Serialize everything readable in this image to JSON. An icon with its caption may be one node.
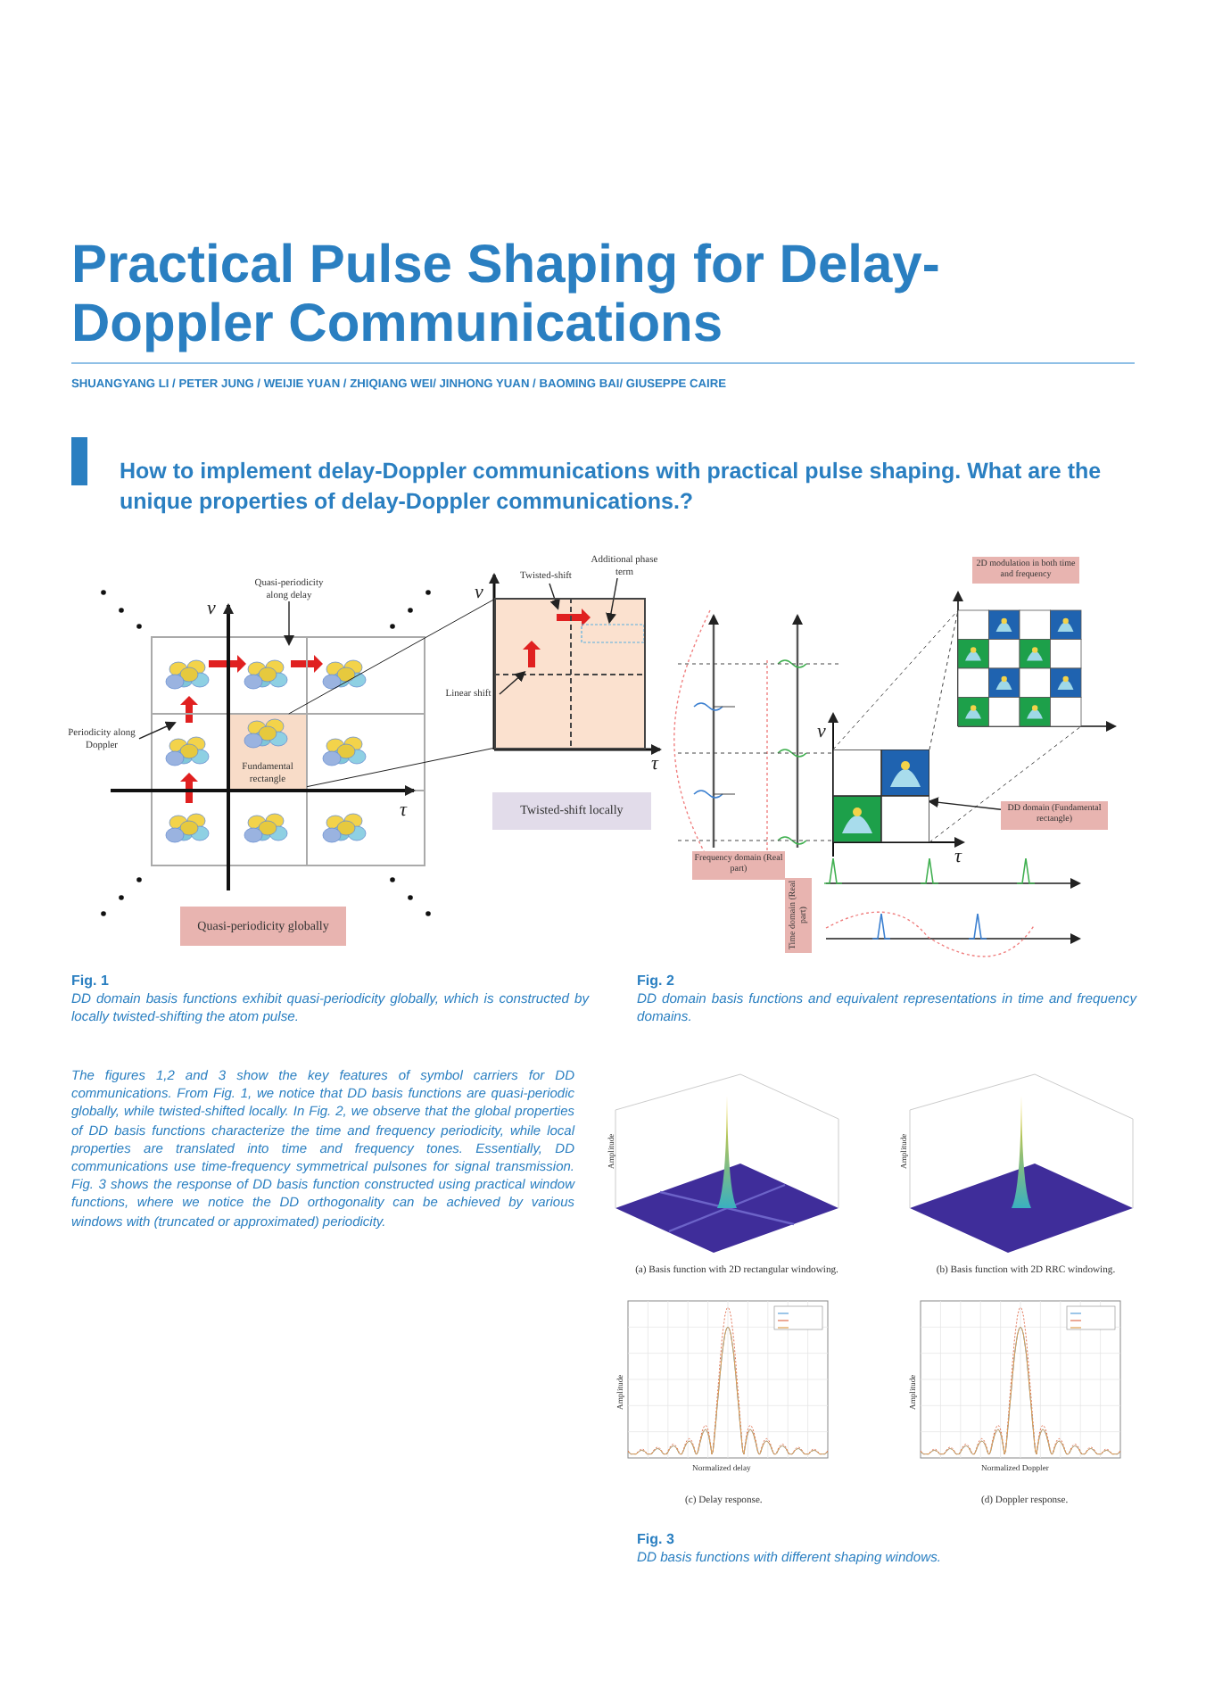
{
  "diagram": {
    "title": "Practical Pulse Shaping for Delay-Doppler Communications",
    "nodes": [
      {
        "text": [
          "Fundamental rectangle"
        ]
      },
      {
        "text": [
          "Quasi-periodicity globally"
        ]
      },
      {
        "text": [
          "Twisted-shift locally"
        ]
      },
      {
        "text": [
          "2D modulation in both time and frequency"
        ]
      },
      {
        "text": [],
        "shape": "box"
      },
      {
        "text": [
          "DD domain (Fundamental rectangle)"
        ]
      },
      {
        "text": [
          "Frequency domain (Real part)"
        ]
      },
      {
        "text": [
          "Time domain (Real part)"
        ]
      },
      {
        "text": [
          "Quasi-periodicity along delay"
        ]
      },
      {
        "text": [
          "Periodicity along Doppler"
        ]
      },
      {
        "text": [],
        "shape": "box"
      },
      {
        "text": [
          "Twisted-shift"
        ]
      },
      {
        "text": [
          "Additional phase term"
        ]
      },
      {
        "text": [
          "Linear shift"
        ]
      }
    ],
    "edges": [
      {
        "from": 5,
        "to": 4,
        "arrow": "to"
      },
      {
        "from": 8,
        "to": null,
        "arrow": "to"
      },
      {
        "from": 9,
        "to": null,
        "arrow": "to"
      },
      {
        "from": 0,
        "to": 10,
        "arrow": "none"
      },
      {
        "from": 0,
        "to": 10,
        "arrow": "none"
      },
      {
        "from": 11,
        "to": 10,
        "arrow": "to"
      },
      {
        "from": 12,
        "to": 10,
        "arrow": "to"
      },
      {
        "from": 13,
        "to": 10,
        "arrow": "to"
      }
    ],
    "labels": [
      "SHUANGYANG LI / PETER JUNG / WEIJIE YUAN / ZHIQIANG WEI/ JINHONG YUAN / BAOMING BAI/ GIUSEPPE CAIRE",
      "How to implement delay-Doppler communications with practical pulse shaping. What are the unique properties of delay-Doppler communications.?",
      "ν",
      "τ",
      "ν",
      "τ",
      "ν",
      "τ",
      "Fig. 1",
      "DD domain basis functions exhibit quasi-periodicity globally, which is constructed by locally twisted-shifting the atom pulse.",
      "Fig. 2",
      "DD domain basis functions and equivalent representations in time and frequency domains.",
      "The figures 1,2 and 3 show the key features of symbol carriers for DD communications. From Fig. 1, we notice that DD basis functions are quasi-periodic globally, while twisted-shifted locally. In Fig. 2, we observe that the global properties of DD basis functions characterize the time and frequency periodicity, while local properties are translated into time and frequency tones. Essentially, DD communications use time-frequency symmetrical pulsones for signal transmission. Fig. 3 shows the response of DD basis function constructed using practical window functions, where we notice the DD orthogonality can be achieved by various windows with (truncated or approximated) periodicity.",
      "Amplitude",
      "(a) Basis function with 2D rectangular windowing.",
      "Amplitude",
      "(b) Basis function with 2D RRC windowing.",
      "Amplitude",
      "Normalized delay",
      "(c) Delay response.",
      "Amplitude",
      "Normalized Doppler",
      "(d) Doppler response.",
      "Fig. 3",
      "DD basis functions with different shaping windows."
    ]
  }
}
